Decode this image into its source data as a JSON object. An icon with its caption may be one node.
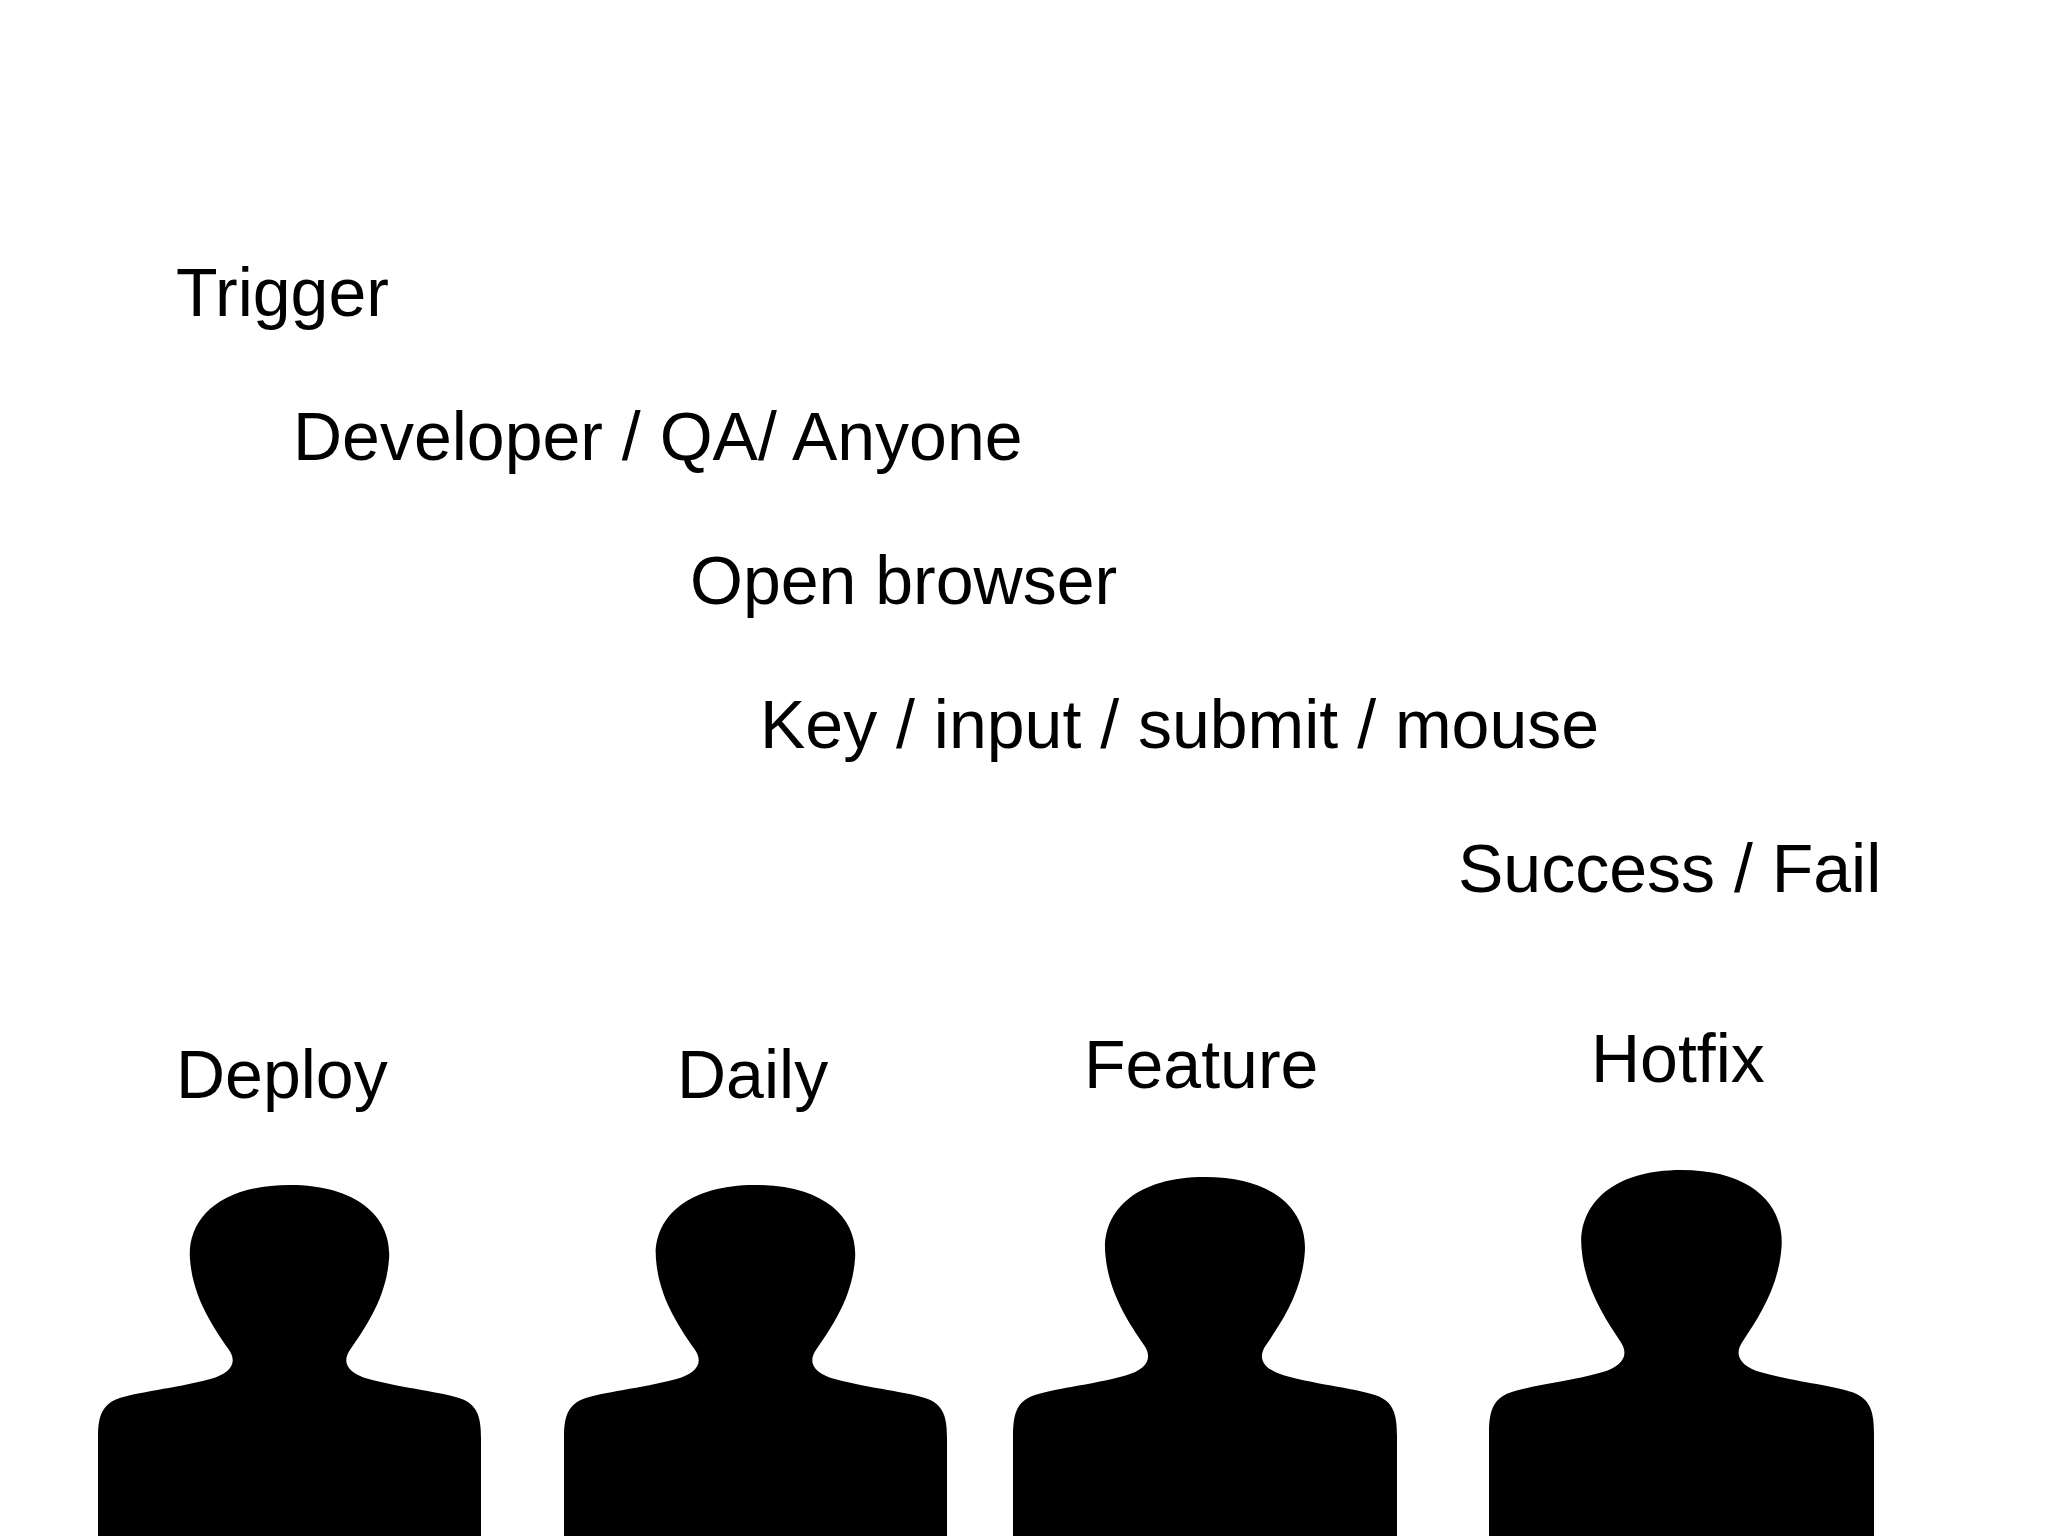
{
  "diagram": {
    "nodes": [
      {
        "text": [
          "Deploy"
        ]
      },
      {
        "text": [
          "Daily"
        ]
      },
      {
        "text": [
          "Feature"
        ]
      },
      {
        "text": [
          "Hotfix"
        ]
      }
    ],
    "labels": [
      "Trigger",
      "Developer / QA/ Anyone",
      "Open browser",
      "Key / input / submit / mouse",
      "Success / Fail"
    ]
  }
}
